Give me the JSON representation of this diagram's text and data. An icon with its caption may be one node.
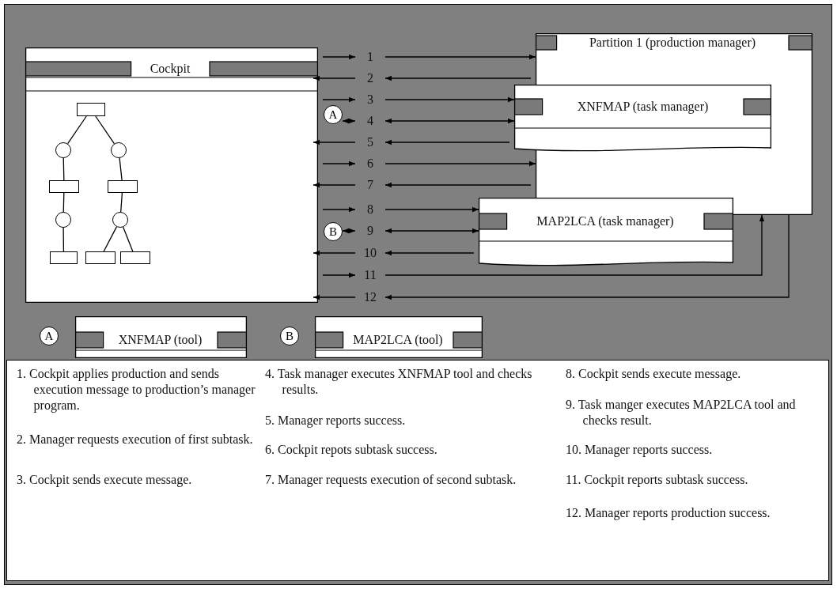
{
  "diagram": {
    "nodes": [
      {
        "text": [
          "Cockpit"
        ]
      },
      {
        "text": [
          "Partition 1 (production manager)"
        ]
      },
      {
        "text": [
          "XNFMAP (task manager)"
        ]
      },
      {
        "text": [
          "MAP2LCA (task manager)"
        ]
      },
      {
        "text": [
          "A"
        ]
      },
      {
        "text": [
          "B"
        ]
      },
      {
        "text": [
          "1"
        ]
      },
      {
        "text": [
          "2"
        ]
      },
      {
        "text": [
          "3"
        ]
      },
      {
        "text": [
          "4"
        ]
      },
      {
        "text": [
          "5"
        ]
      },
      {
        "text": [
          "6"
        ]
      },
      {
        "text": [
          "7"
        ]
      },
      {
        "text": [
          "8"
        ]
      },
      {
        "text": [
          "9"
        ]
      },
      {
        "text": [
          "10"
        ]
      },
      {
        "text": [
          "11"
        ]
      },
      {
        "text": [
          "12"
        ]
      },
      {
        "text": [
          "A"
        ]
      },
      {
        "text": [
          "XNFMAP (tool)"
        ]
      },
      {
        "text": [
          "B"
        ]
      },
      {
        "text": [
          "MAP2LCA (tool)"
        ]
      },
      {
        "text": [],
        "shape": "box",
        "in": 0
      },
      {
        "text": [],
        "shape": "circle",
        "in": 0
      },
      {
        "text": [],
        "shape": "circle",
        "in": 0
      },
      {
        "text": [],
        "shape": "box",
        "in": 0
      },
      {
        "text": [],
        "shape": "box",
        "in": 0
      },
      {
        "text": [],
        "shape": "circle",
        "in": 0
      },
      {
        "text": [],
        "shape": "circle",
        "in": 0
      },
      {
        "text": [],
        "shape": "box",
        "in": 0
      },
      {
        "text": [],
        "shape": "box",
        "in": 0
      },
      {
        "text": [],
        "shape": "box",
        "in": 0
      }
    ],
    "edges": [
      {
        "from": 0,
        "to": 6,
        "arrow": "to"
      },
      {
        "from": 6,
        "to": 1,
        "arrow": "to"
      },
      {
        "from": 1,
        "to": 7,
        "arrow": "to"
      },
      {
        "from": 7,
        "to": 0,
        "arrow": "to"
      },
      {
        "from": 0,
        "to": 8,
        "arrow": "to"
      },
      {
        "from": 8,
        "to": 2,
        "arrow": "to"
      },
      {
        "from": 4,
        "to": 9,
        "arrow": "both"
      },
      {
        "from": 9,
        "to": 2,
        "arrow": "both"
      },
      {
        "from": 2,
        "to": 10,
        "arrow": "to"
      },
      {
        "from": 10,
        "to": 0,
        "arrow": "to"
      },
      {
        "from": 0,
        "to": 11,
        "arrow": "to"
      },
      {
        "from": 11,
        "to": 1,
        "arrow": "to"
      },
      {
        "from": 1,
        "to": 12,
        "arrow": "to"
      },
      {
        "from": 12,
        "to": 0,
        "arrow": "to"
      },
      {
        "from": 0,
        "to": 13,
        "arrow": "to"
      },
      {
        "from": 13,
        "to": 3,
        "arrow": "to"
      },
      {
        "from": 5,
        "to": 14,
        "arrow": "both"
      },
      {
        "from": 14,
        "to": 3,
        "arrow": "both"
      },
      {
        "from": 3,
        "to": 15,
        "arrow": "to"
      },
      {
        "from": 15,
        "to": 0,
        "arrow": "to"
      },
      {
        "from": 0,
        "to": 16,
        "arrow": "to"
      },
      {
        "from": 16,
        "to": 1,
        "arrow": "to"
      },
      {
        "from": 1,
        "to": 17,
        "arrow": "to"
      },
      {
        "from": 17,
        "to": 0,
        "arrow": "to"
      },
      {
        "from": 22,
        "to": 23,
        "arrow": "none"
      },
      {
        "from": 22,
        "to": 24,
        "arrow": "none"
      },
      {
        "from": 23,
        "to": 25,
        "arrow": "none"
      },
      {
        "from": 24,
        "to": 26,
        "arrow": "none"
      },
      {
        "from": 25,
        "to": 27,
        "arrow": "none"
      },
      {
        "from": 26,
        "to": 28,
        "arrow": "none"
      },
      {
        "from": 27,
        "to": 29,
        "arrow": "none"
      },
      {
        "from": 28,
        "to": 30,
        "arrow": "none"
      },
      {
        "from": 28,
        "to": 31,
        "arrow": "none"
      }
    ],
    "labels": [
      "1. Cockpit applies production and sends execution message to production’s manager program.",
      "2. Manager requests execution of first subtask.",
      "3. Cockpit sends execute message.",
      "4. Task manager executes XNFMAP tool and checks results.",
      "5. Manager reports success.",
      "6. Cockpit repots subtask success.",
      "7. Manager requests execution of second subtask.",
      "8. Cockpit sends execute message.",
      "9. Task manger executes MAP2LCA tool and checks result.",
      "10. Manager reports success.",
      "11. Cockpit reports subtask success.",
      "12. Manager reports production success."
    ]
  }
}
